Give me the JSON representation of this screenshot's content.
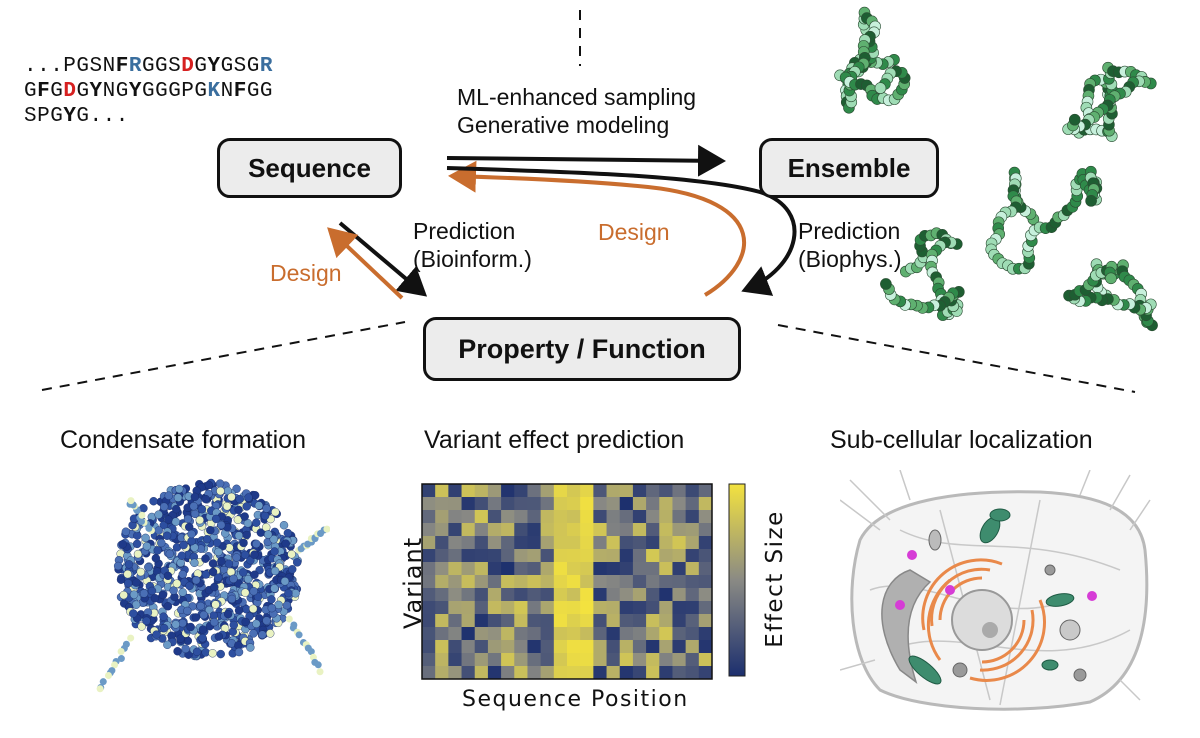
{
  "sequence_text": {
    "line1": [
      {
        "t": "...PGSN",
        "s": ""
      },
      {
        "t": "F",
        "s": "b"
      },
      {
        "t": "R",
        "s": "u"
      },
      {
        "t": "GGS",
        "s": ""
      },
      {
        "t": "D",
        "s": "r"
      },
      {
        "t": "G",
        "s": ""
      },
      {
        "t": "Y",
        "s": "b"
      },
      {
        "t": "GSG",
        "s": ""
      },
      {
        "t": "R",
        "s": "u"
      }
    ],
    "line2": [
      {
        "t": "G",
        "s": ""
      },
      {
        "t": "F",
        "s": "b"
      },
      {
        "t": "G",
        "s": ""
      },
      {
        "t": "D",
        "s": "r"
      },
      {
        "t": "G",
        "s": ""
      },
      {
        "t": "Y",
        "s": "b"
      },
      {
        "t": "NG",
        "s": ""
      },
      {
        "t": "Y",
        "s": "b"
      },
      {
        "t": "GGGPG",
        "s": ""
      },
      {
        "t": "K",
        "s": "u"
      },
      {
        "t": "N",
        "s": ""
      },
      {
        "t": "F",
        "s": "b"
      },
      {
        "t": "GG",
        "s": ""
      }
    ],
    "line3": [
      {
        "t": "SPG",
        "s": ""
      },
      {
        "t": "Y",
        "s": "b"
      },
      {
        "t": "G...",
        "s": ""
      }
    ]
  },
  "nodes": {
    "sequence": "Sequence",
    "ensemble": "Ensemble",
    "property": "Property / Function"
  },
  "arrow_labels": {
    "top_line1": "ML-enhanced sampling",
    "top_line2": "Generative modeling",
    "design_center": "Design",
    "design_left": "Design",
    "pred_bio_line1": "Prediction",
    "pred_bio_line2": "(Bioinform.)",
    "pred_phys_line1": "Prediction",
    "pred_phys_line2": "(Biophys.)"
  },
  "sections": {
    "condensate": "Condensate formation",
    "variant": "Variant effect prediction",
    "localization": "Sub-cellular localization"
  },
  "heatmap": {
    "ylabel": "Variant",
    "xlabel": "Sequence Position",
    "colorbar_label": "Effect Size",
    "colors": {
      "low": "#1c2f6e",
      "mid": "#8a8a84",
      "high": "#f3e23f"
    }
  },
  "colors": {
    "arrow_black": "#111111",
    "arrow_orange": "#c96d2e",
    "node_fill": "#ececec",
    "ensemble_greens": [
      "#2f8a4a",
      "#5fb070",
      "#9fdcb5",
      "#1e5e32",
      "#c7f0dc"
    ],
    "condensate_blues": [
      "#1f3a8a",
      "#2d4fa0",
      "#4a6fb5",
      "#6b9ac6",
      "#e9f2c2"
    ]
  },
  "icons": [
    "ensemble-molecule-icon",
    "condensate-icon",
    "cell-diagram-icon"
  ]
}
